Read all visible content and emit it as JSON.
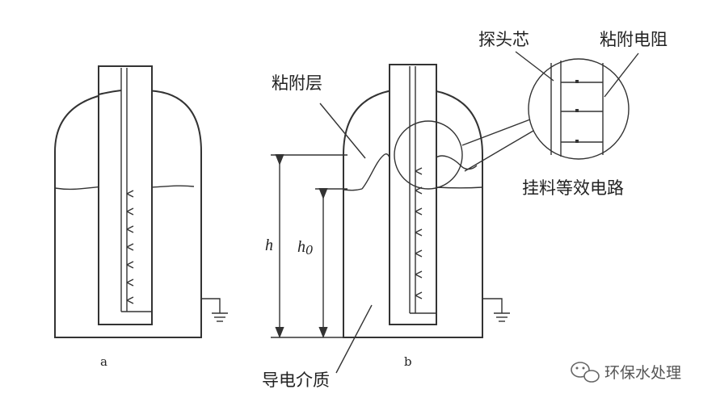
{
  "labels": {
    "panel_a": "a",
    "panel_b": "b",
    "adhesion_layer": "粘附层",
    "probe_core": "探头芯",
    "adhesion_resistance": "粘附电阻",
    "equivalent_circuit": "挂料等效电路",
    "conductive_medium": "导电介质",
    "height_h": "h",
    "height_h0_main": "h",
    "height_h0_sub": "0"
  },
  "watermark": {
    "icon": "wechat-icon",
    "text": "环保水处理"
  }
}
